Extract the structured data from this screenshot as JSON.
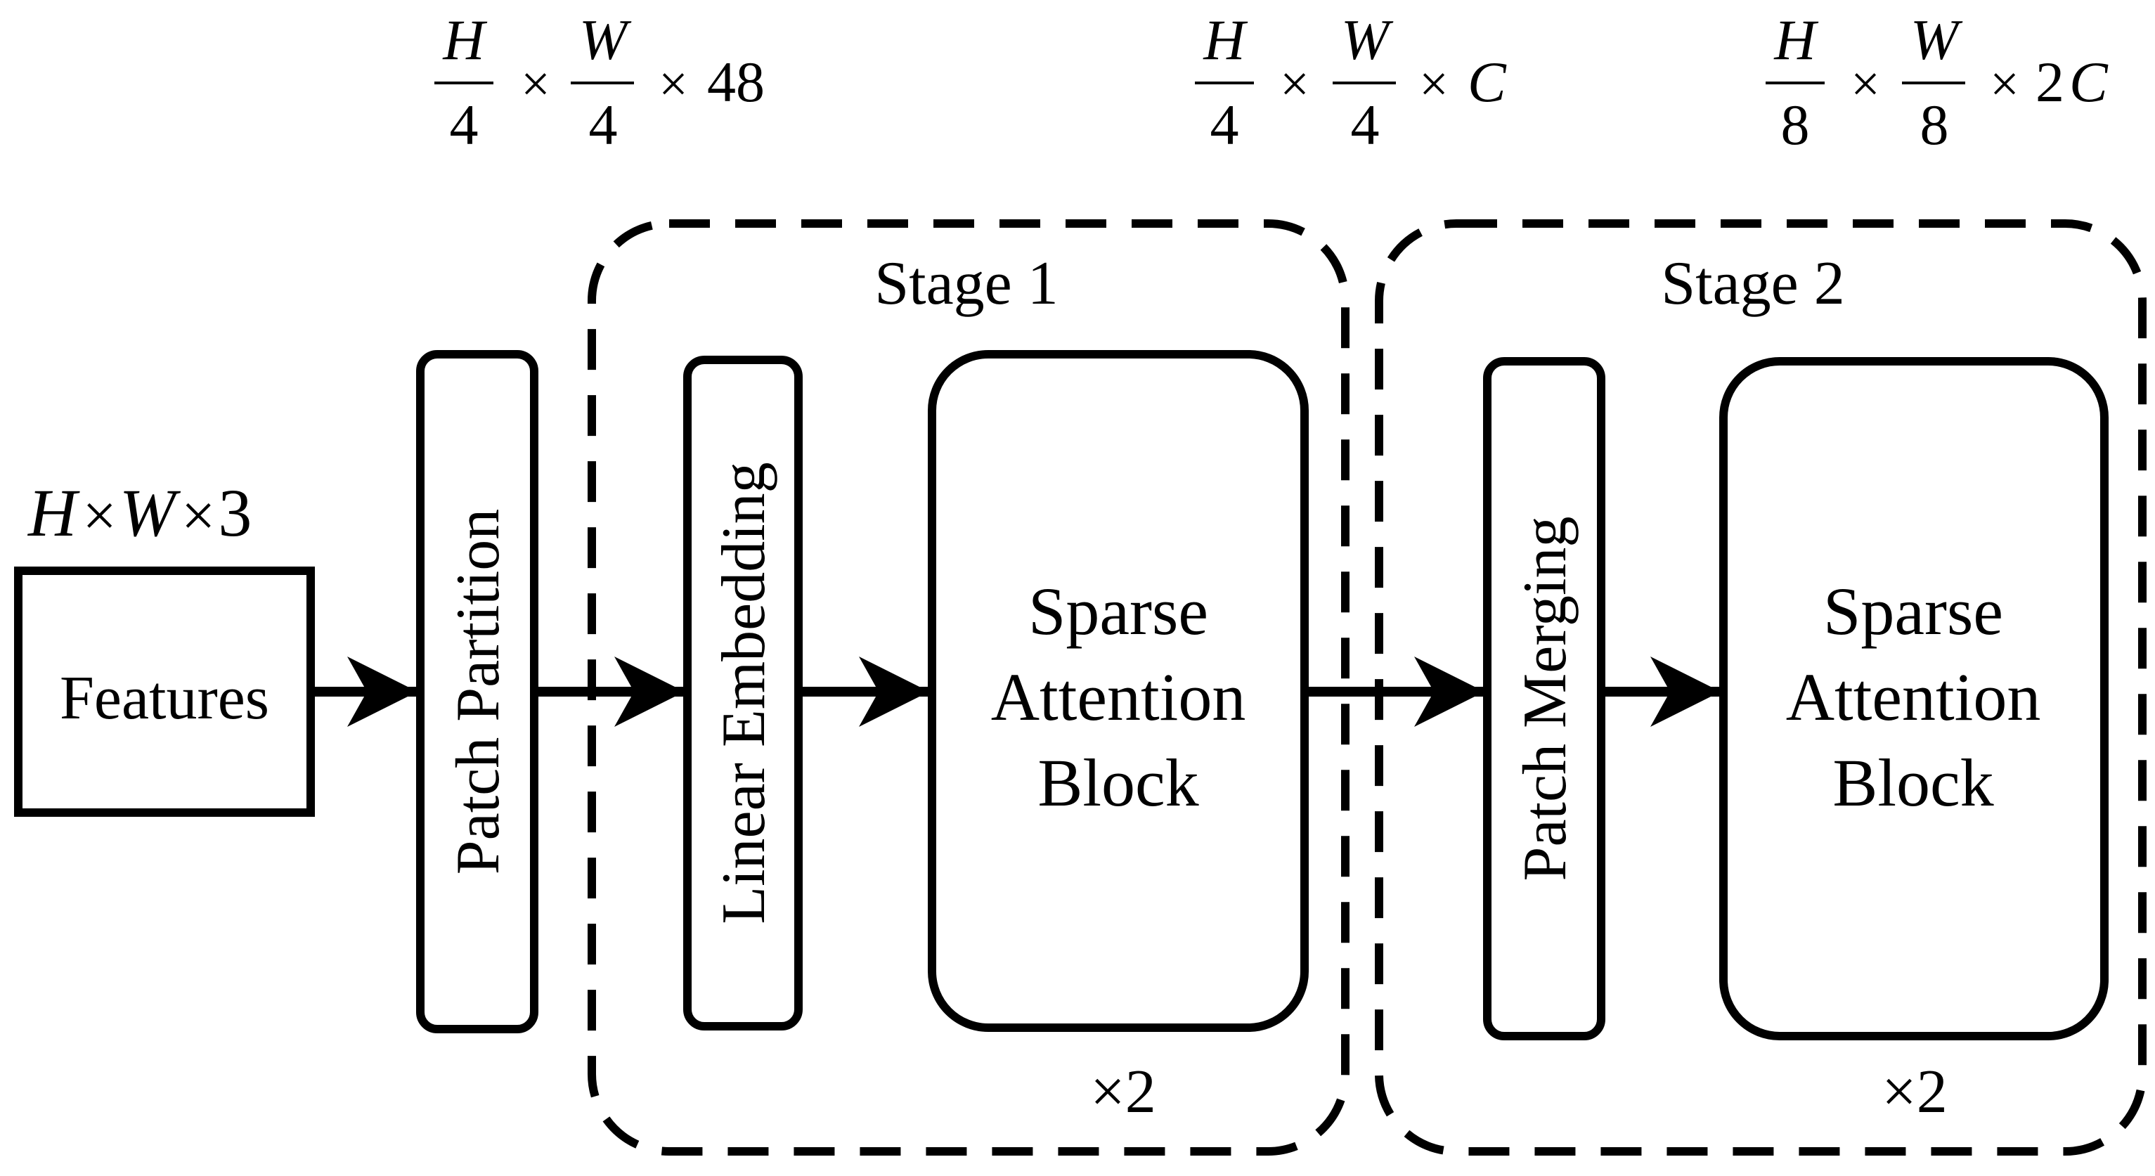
{
  "input": {
    "label": "Features",
    "shape": {
      "h": "H",
      "times1": "×",
      "w": "W",
      "times2": "×",
      "c": "3"
    }
  },
  "blocks": {
    "patch_partition": "Patch Partition",
    "linear_embedding": "Linear Embedding",
    "patch_merging": "Patch Merging",
    "sab1": [
      "Sparse",
      "Attention",
      "Block"
    ],
    "sab2": [
      "Sparse",
      "Attention",
      "Block"
    ]
  },
  "stages": {
    "stage1": {
      "title": "Stage 1",
      "repeat": "×2"
    },
    "stage2": {
      "title": "Stage 2",
      "repeat": "×2"
    }
  },
  "dims": {
    "d1": {
      "num1": "H",
      "den1": "4",
      "op1": "×",
      "num2": "W",
      "den2": "4",
      "op2": "×",
      "tail": "48"
    },
    "d2": {
      "num1": "H",
      "den1": "4",
      "op1": "×",
      "num2": "W",
      "den2": "4",
      "op2": "×",
      "tail": "C"
    },
    "d3": {
      "num1": "H",
      "den1": "8",
      "op1": "×",
      "num2": "W",
      "den2": "8",
      "op2": "×",
      "tail_coef": "2",
      "tail": "C"
    }
  },
  "colors": {
    "stroke": "#000000",
    "background": "#ffffff"
  }
}
